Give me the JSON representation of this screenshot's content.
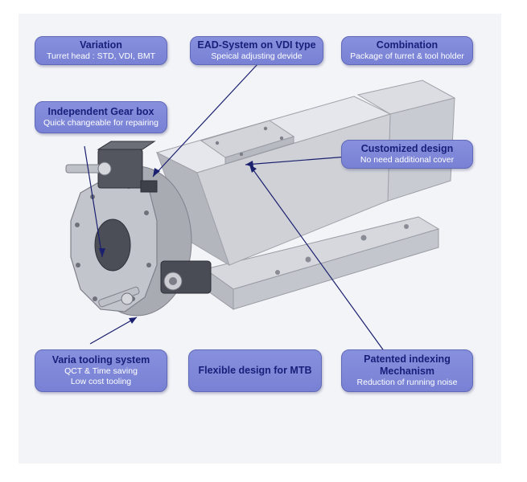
{
  "callouts": {
    "variation": {
      "title": "Variation",
      "lines": [
        "Turret head : STD, VDI, BMT"
      ]
    },
    "ead": {
      "title": "EAD-System on VDI type",
      "lines": [
        "Speical adjusting devide"
      ]
    },
    "combination": {
      "title": "Combination",
      "lines": [
        "Package of turret & tool holder"
      ]
    },
    "gearbox": {
      "title": "Independent Gear box",
      "lines": [
        "Quick changeable for repairing"
      ]
    },
    "customized": {
      "title": "Customized design",
      "lines": [
        "No need additional cover"
      ]
    },
    "varia": {
      "title": "Varia tooling system",
      "lines": [
        "QCT & Time saving",
        "Low cost tooling"
      ]
    },
    "flexible": {
      "title": "Flexible design for MTB",
      "lines": []
    },
    "patented": {
      "title_lines": [
        "Patented indexing",
        "Mechanism"
      ],
      "lines": [
        "Reduction of running noise"
      ]
    }
  },
  "colors": {
    "callout_fill": "#7d86d8",
    "callout_title": "#17207a",
    "leader_line": "#1a1f6e",
    "background": "#f3f4f8"
  }
}
